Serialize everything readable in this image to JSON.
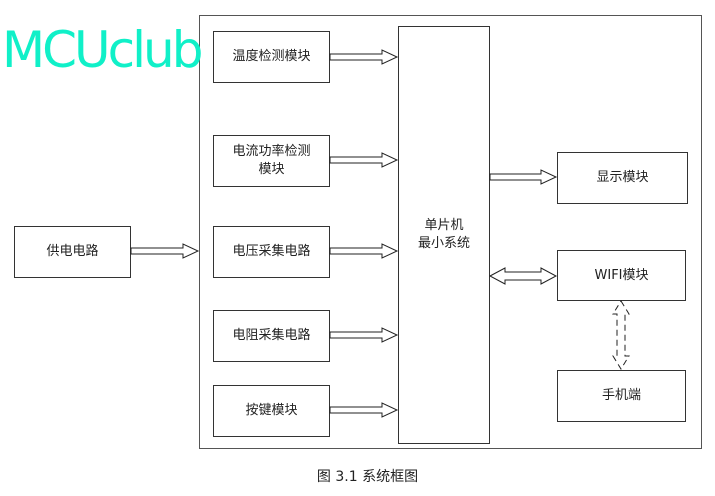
{
  "watermark": "MCUclub",
  "blocks": {
    "temp": "温度检测模块",
    "current_line1": "电流功率检测",
    "current_line2": "模块",
    "voltage": "电压采集电路",
    "resistance": "电阻采集电路",
    "keys": "按键模块",
    "power": "供电电路",
    "mcu_line1": "单片机",
    "mcu_line2": "最小系统",
    "display": "显示模块",
    "wifi": "WIFI模块",
    "phone": "手机端"
  },
  "caption": "图 3.1 系统框图"
}
